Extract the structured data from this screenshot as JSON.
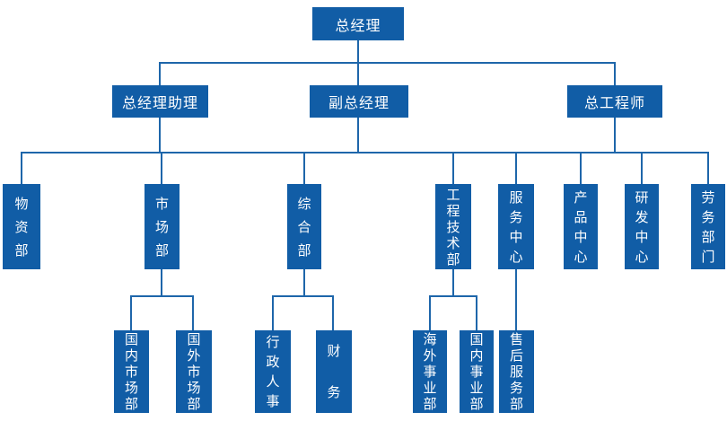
{
  "org": {
    "root": {
      "label": "总经理"
    },
    "level2": [
      {
        "label": "总经理助理"
      },
      {
        "label": "副总经理"
      },
      {
        "label": "总工程师"
      }
    ],
    "level3": [
      {
        "label": "物资部"
      },
      {
        "label": "市场部"
      },
      {
        "label": "综合部"
      },
      {
        "label": "工程技术部"
      },
      {
        "label": "服务中心"
      },
      {
        "label": "产品中心"
      },
      {
        "label": "研发中心"
      },
      {
        "label": "劳务部门"
      }
    ],
    "level4": [
      {
        "label": "国内市场部",
        "parent": "市场部"
      },
      {
        "label": "国外市场部",
        "parent": "市场部"
      },
      {
        "label": "行政人事",
        "parent": "综合部"
      },
      {
        "label": "财务",
        "parent": "综合部"
      },
      {
        "label": "海外事业部",
        "parent": "工程技术部"
      },
      {
        "label": "国内事业部",
        "parent": "工程技术部"
      },
      {
        "label": "售后服务部",
        "parent": "服务中心"
      }
    ],
    "colors": {
      "box": "#115da6",
      "line": "#1e66aa",
      "text": "#ffffff"
    }
  }
}
